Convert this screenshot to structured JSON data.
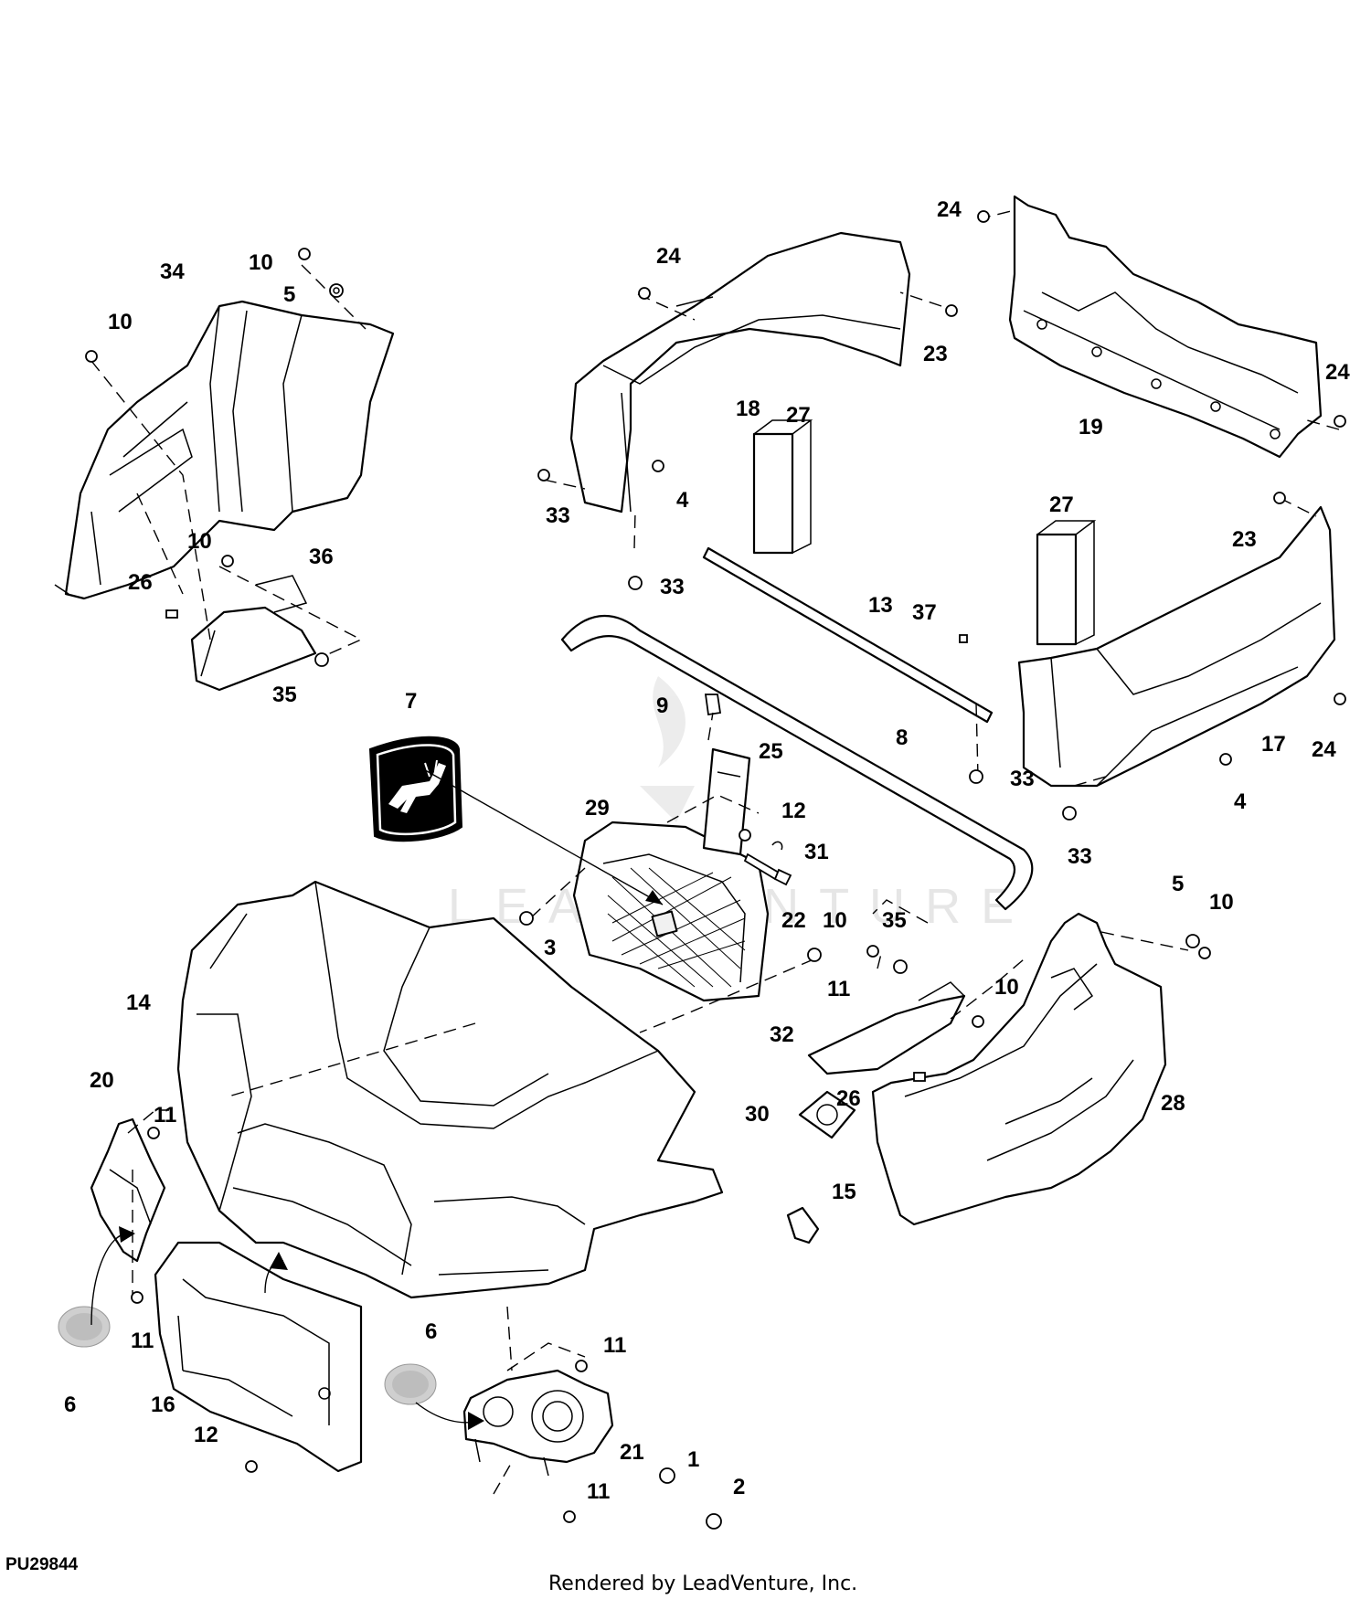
{
  "diagram": {
    "ref_code": "PU29844",
    "rendered_by": "Rendered by LeadVenture, Inc.",
    "watermark": "LEADVENTURE",
    "callouts": [
      {
        "id": "c1",
        "label": "1"
      },
      {
        "id": "c2",
        "label": "2"
      },
      {
        "id": "c3",
        "label": "3"
      },
      {
        "id": "c4a",
        "label": "4"
      },
      {
        "id": "c4b",
        "label": "4"
      },
      {
        "id": "c5a",
        "label": "5"
      },
      {
        "id": "c5b",
        "label": "5"
      },
      {
        "id": "c6a",
        "label": "6"
      },
      {
        "id": "c6b",
        "label": "6"
      },
      {
        "id": "c7",
        "label": "7"
      },
      {
        "id": "c8",
        "label": "8"
      },
      {
        "id": "c9",
        "label": "9"
      },
      {
        "id": "c10a",
        "label": "10"
      },
      {
        "id": "c10b",
        "label": "10"
      },
      {
        "id": "c10c",
        "label": "10"
      },
      {
        "id": "c10d",
        "label": "10"
      },
      {
        "id": "c10e",
        "label": "10"
      },
      {
        "id": "c10f",
        "label": "10"
      },
      {
        "id": "c11a",
        "label": "11"
      },
      {
        "id": "c11b",
        "label": "11"
      },
      {
        "id": "c11c",
        "label": "11"
      },
      {
        "id": "c11d",
        "label": "11"
      },
      {
        "id": "c11e",
        "label": "11"
      },
      {
        "id": "c12a",
        "label": "12"
      },
      {
        "id": "c12b",
        "label": "12"
      },
      {
        "id": "c13",
        "label": "13"
      },
      {
        "id": "c14",
        "label": "14"
      },
      {
        "id": "c15",
        "label": "15"
      },
      {
        "id": "c16",
        "label": "16"
      },
      {
        "id": "c17",
        "label": "17"
      },
      {
        "id": "c18",
        "label": "18"
      },
      {
        "id": "c19",
        "label": "19"
      },
      {
        "id": "c20",
        "label": "20"
      },
      {
        "id": "c21",
        "label": "21"
      },
      {
        "id": "c22",
        "label": "22"
      },
      {
        "id": "c23a",
        "label": "23"
      },
      {
        "id": "c23b",
        "label": "23"
      },
      {
        "id": "c24a",
        "label": "24"
      },
      {
        "id": "c24b",
        "label": "24"
      },
      {
        "id": "c24c",
        "label": "24"
      },
      {
        "id": "c24d",
        "label": "24"
      },
      {
        "id": "c25",
        "label": "25"
      },
      {
        "id": "c26a",
        "label": "26"
      },
      {
        "id": "c26b",
        "label": "26"
      },
      {
        "id": "c27a",
        "label": "27"
      },
      {
        "id": "c27b",
        "label": "27"
      },
      {
        "id": "c28",
        "label": "28"
      },
      {
        "id": "c29",
        "label": "29"
      },
      {
        "id": "c30",
        "label": "30"
      },
      {
        "id": "c31",
        "label": "31"
      },
      {
        "id": "c32",
        "label": "32"
      },
      {
        "id": "c33a",
        "label": "33"
      },
      {
        "id": "c33b",
        "label": "33"
      },
      {
        "id": "c33c",
        "label": "33"
      },
      {
        "id": "c33d",
        "label": "33"
      },
      {
        "id": "c34",
        "label": "34"
      },
      {
        "id": "c35a",
        "label": "35"
      },
      {
        "id": "c35b",
        "label": "35"
      },
      {
        "id": "c36",
        "label": "36"
      },
      {
        "id": "c37",
        "label": "37"
      }
    ]
  }
}
